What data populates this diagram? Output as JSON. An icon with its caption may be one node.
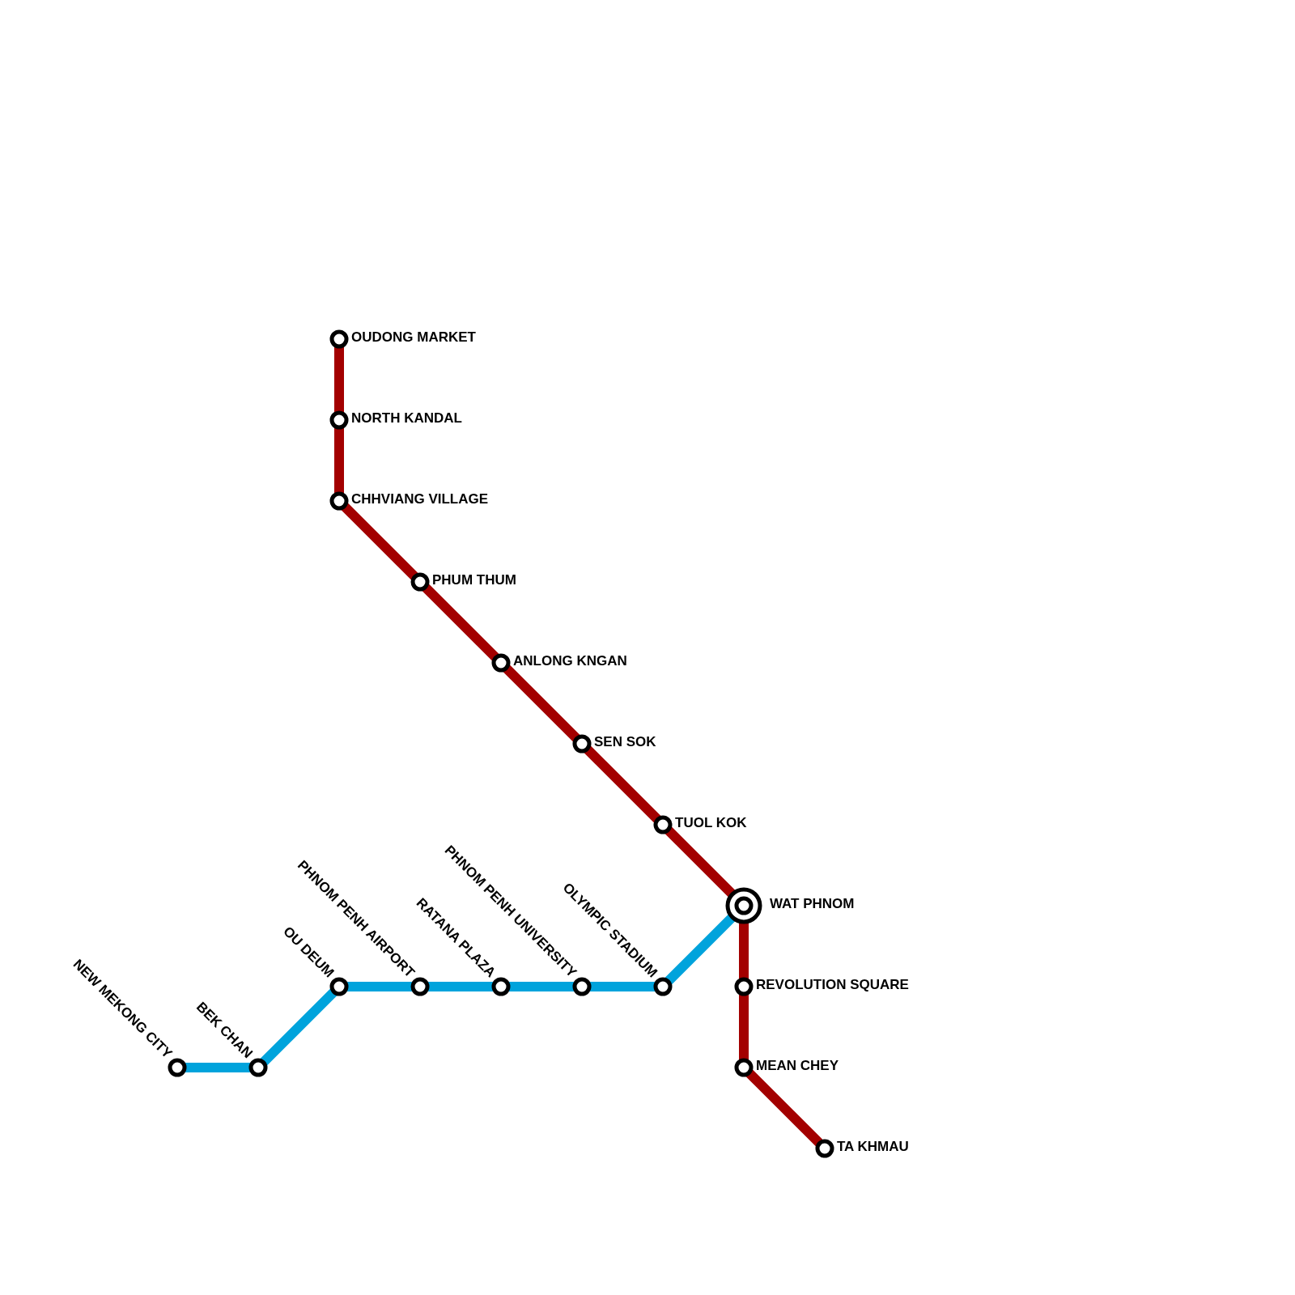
{
  "diagram": {
    "nodes": [
      {
        "text": [
          "OUDONG MARKET"
        ]
      },
      {
        "text": [
          "NORTH KANDAL"
        ]
      },
      {
        "text": [
          "CHHVIANG VILLAGE"
        ]
      },
      {
        "text": [
          "PHUM THUM"
        ]
      },
      {
        "text": [
          "ANLONG KNGAN"
        ]
      },
      {
        "text": [
          "SEN SOK"
        ]
      },
      {
        "text": [
          "TUOL KOK"
        ]
      },
      {
        "text": [
          "WAT PHNOM"
        ]
      },
      {
        "text": [
          "REVOLUTION SQUARE"
        ]
      },
      {
        "text": [
          "MEAN CHEY"
        ]
      },
      {
        "text": [
          "TA KHMAU"
        ]
      },
      {
        "text": [
          "NEW MEKONG CITY"
        ]
      },
      {
        "text": [
          "BEK CHAN"
        ]
      },
      {
        "text": [
          "OU DEUM"
        ]
      },
      {
        "text": [
          "PHNOM PENH AIRPORT"
        ]
      },
      {
        "text": [
          "RATANA PLAZA"
        ]
      },
      {
        "text": [
          "PHNOM PENH UNIVERSITY"
        ]
      },
      {
        "text": [
          "OLYMPIC STADIUM"
        ]
      }
    ],
    "edges": [
      {
        "from": 0,
        "to": 1,
        "arrow": "none"
      },
      {
        "from": 1,
        "to": 2,
        "arrow": "none"
      },
      {
        "from": 2,
        "to": 3,
        "arrow": "none"
      },
      {
        "from": 3,
        "to": 4,
        "arrow": "none"
      },
      {
        "from": 4,
        "to": 5,
        "arrow": "none"
      },
      {
        "from": 5,
        "to": 6,
        "arrow": "none"
      },
      {
        "from": 6,
        "to": 7,
        "arrow": "none"
      },
      {
        "from": 7,
        "to": 8,
        "arrow": "none"
      },
      {
        "from": 8,
        "to": 9,
        "arrow": "none"
      },
      {
        "from": 9,
        "to": 10,
        "arrow": "none"
      },
      {
        "from": 11,
        "to": 12,
        "arrow": "none",
        "color": "#00a3dc"
      },
      {
        "from": 12,
        "to": 13,
        "arrow": "none",
        "color": "#00a3dc"
      },
      {
        "from": 13,
        "to": 14,
        "arrow": "none",
        "color": "#00a3dc"
      },
      {
        "from": 14,
        "to": 15,
        "arrow": "none",
        "color": "#00a3dc"
      },
      {
        "from": 15,
        "to": 16,
        "arrow": "none",
        "color": "#00a3dc"
      },
      {
        "from": 16,
        "to": 17,
        "arrow": "none",
        "color": "#00a3dc"
      },
      {
        "from": 17,
        "to": 7,
        "arrow": "none",
        "color": "#00a3dc"
      }
    ]
  }
}
